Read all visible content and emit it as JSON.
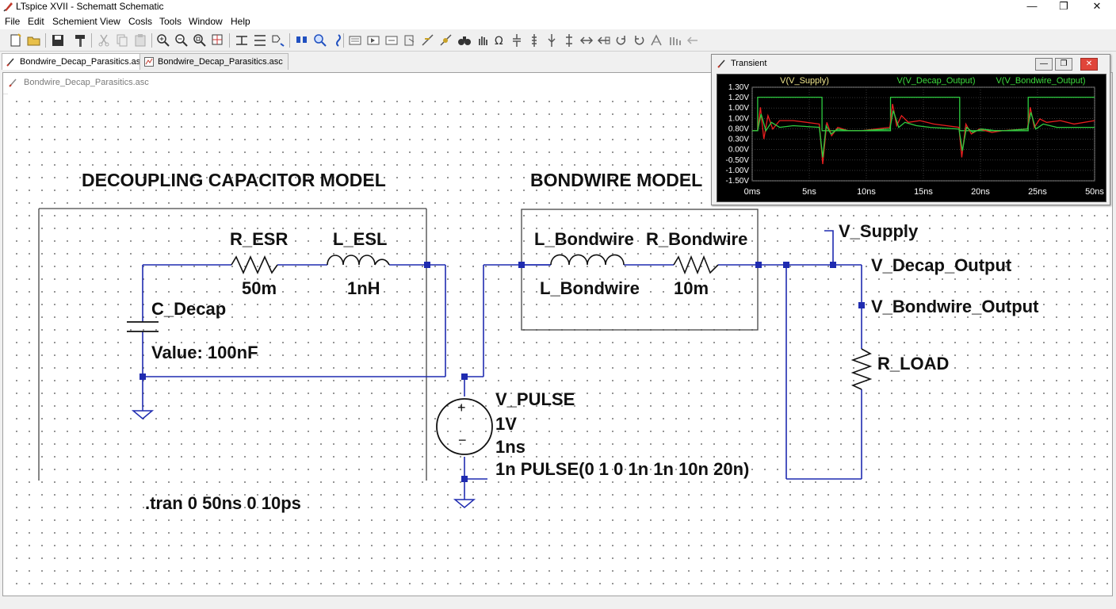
{
  "window": {
    "title": "LTspice XVII - Schematt Schematic",
    "minimize_glyph": "—",
    "restore_glyph": "❐",
    "close_glyph": "✕"
  },
  "menu": [
    "File",
    "Edit",
    "Schemient",
    "View",
    "Cosls",
    "Tools",
    "Window",
    "Help"
  ],
  "tabs": [
    {
      "label": "Bondwire_Decap_Parasitics.asc",
      "active": true,
      "icon": "schematic-icon"
    },
    {
      "label": "Bondwire_Decap_Parasitics.asc",
      "active": false,
      "icon": "waveform-icon"
    }
  ],
  "document": {
    "title": "Bondwire_Decap_Parasitics.asc"
  },
  "schematic": {
    "decap_title": "DECOUPLING CAPACITOR MODEL",
    "bondwire_title": "BONDWIRE MODEL",
    "r_esr_name": "R_ESR",
    "r_esr_value": "50m",
    "l_esl_name": "L_ESL",
    "l_esl_value": "1nH",
    "c_decap_name": "C_Decap",
    "c_decap_value": "Value: 100nF",
    "l_bondwire_name": "L_Bondwire",
    "l_bondwire_value": "L_Bondwire",
    "r_bondwire_name": "R_Bondwire",
    "r_bondwire_value": "10m",
    "v_supply": "V_Supply",
    "v_decap_output": "V_Decap_Output",
    "v_bondwire_output": "V_Bondwire_Output",
    "r_load": "R_LOAD",
    "v_pulse_name": "V_PULSE",
    "v_pulse_line1": "1V",
    "v_pulse_line2": "1ns",
    "v_pulse_line3": "1n PULSE(0 1 0 1n 1n 10n 20n)",
    "plus_sign": "+",
    "minus_sign": "−",
    "tran_directive": ".tran 0 50ns 0 10ps"
  },
  "transient": {
    "title": "Transient",
    "buttons": {
      "minimize": "—",
      "restore": "❐",
      "close": "✕"
    }
  },
  "colors": {
    "wire": "#1f2bb0",
    "trace_supply": "#2ecc40",
    "trace_decap": "#e81e1e",
    "trace_bondwire": "#2ecc40",
    "legend_supply": "#f0e68c",
    "legend_green": "#3ddc3d",
    "plot_grid": "#5a5a5a",
    "plot_text": "#ffffff"
  },
  "chart_data": {
    "type": "line",
    "x": [
      0,
      5,
      10,
      15,
      20,
      25,
      50
    ],
    "xticks": [
      "0ms",
      "5ns",
      "10ns",
      "15ns",
      "20ns",
      "25ns",
      "50ns"
    ],
    "yticks": [
      "1.30V",
      "1.20V",
      "1.00V",
      "1.00V",
      "0.80V",
      "0.30V",
      "0.00V",
      "-0.50V",
      "-1.00V",
      "-1.50V"
    ],
    "ylim": [
      -1.5,
      1.3
    ],
    "series": [
      {
        "name": "V(V_Supply)",
        "color": "#2ecc40",
        "x": [
          0,
          0.8,
          0.8,
          10.2,
          10.2,
          20.2,
          20.2,
          30.3,
          30.3,
          40.3,
          40.3,
          50
        ],
        "y": [
          0,
          0,
          1.0,
          1.0,
          0,
          0,
          1.0,
          1.0,
          0,
          0,
          1.0,
          1.0
        ]
      },
      {
        "name": "V(V_Decap_Output)",
        "color": "#e81e1e",
        "x": [
          0,
          0.8,
          1.2,
          1.7,
          2.3,
          3.0,
          4.0,
          6.0,
          9.8,
          10.3,
          10.9,
          11.6,
          12.5,
          14.0,
          16.0,
          20.1,
          20.5,
          21.1,
          21.8,
          22.8,
          24.5,
          26.5,
          30.2,
          30.6,
          31.2,
          32.0,
          33.2,
          35.0,
          36.5,
          40.2,
          40.6,
          41.2,
          42.0,
          43.0,
          45.0,
          47.0,
          50
        ],
        "y": [
          0,
          0,
          0.7,
          -0.25,
          0.45,
          0.05,
          0.3,
          0.3,
          0.2,
          -1.0,
          0.25,
          -0.15,
          0.1,
          0.0,
          0.0,
          0.1,
          0.8,
          0.15,
          0.45,
          0.25,
          0.3,
          0.2,
          0.1,
          -0.8,
          0.2,
          -0.1,
          0.05,
          -0.05,
          0.0,
          0.05,
          0.7,
          0.1,
          0.35,
          0.25,
          0.3,
          0.2,
          0.3
        ]
      },
      {
        "name": "V(V_Bondwire_Output)",
        "color": "#2ecc40",
        "x": [
          0,
          0.8,
          1.3,
          2.0,
          2.8,
          4.0,
          6.0,
          9.8,
          10.3,
          10.8,
          11.5,
          12.5,
          14.0,
          16.0,
          20.1,
          20.6,
          21.4,
          22.3,
          24.0,
          26.0,
          30.2,
          30.7,
          31.3,
          32.2,
          33.5,
          35.5,
          37.0,
          40.2,
          40.7,
          41.4,
          42.5,
          44.5,
          47.0,
          50
        ],
        "y": [
          0,
          0,
          0.5,
          0.0,
          0.25,
          0.1,
          0.15,
          0.1,
          -0.8,
          0.15,
          -0.1,
          0.05,
          0.0,
          0.0,
          0.05,
          0.6,
          0.1,
          0.25,
          0.15,
          0.1,
          0.05,
          -0.6,
          0.1,
          -0.05,
          0.05,
          0.0,
          0.0,
          0.05,
          0.55,
          0.05,
          0.2,
          0.1,
          0.1,
          0.1
        ]
      }
    ]
  }
}
